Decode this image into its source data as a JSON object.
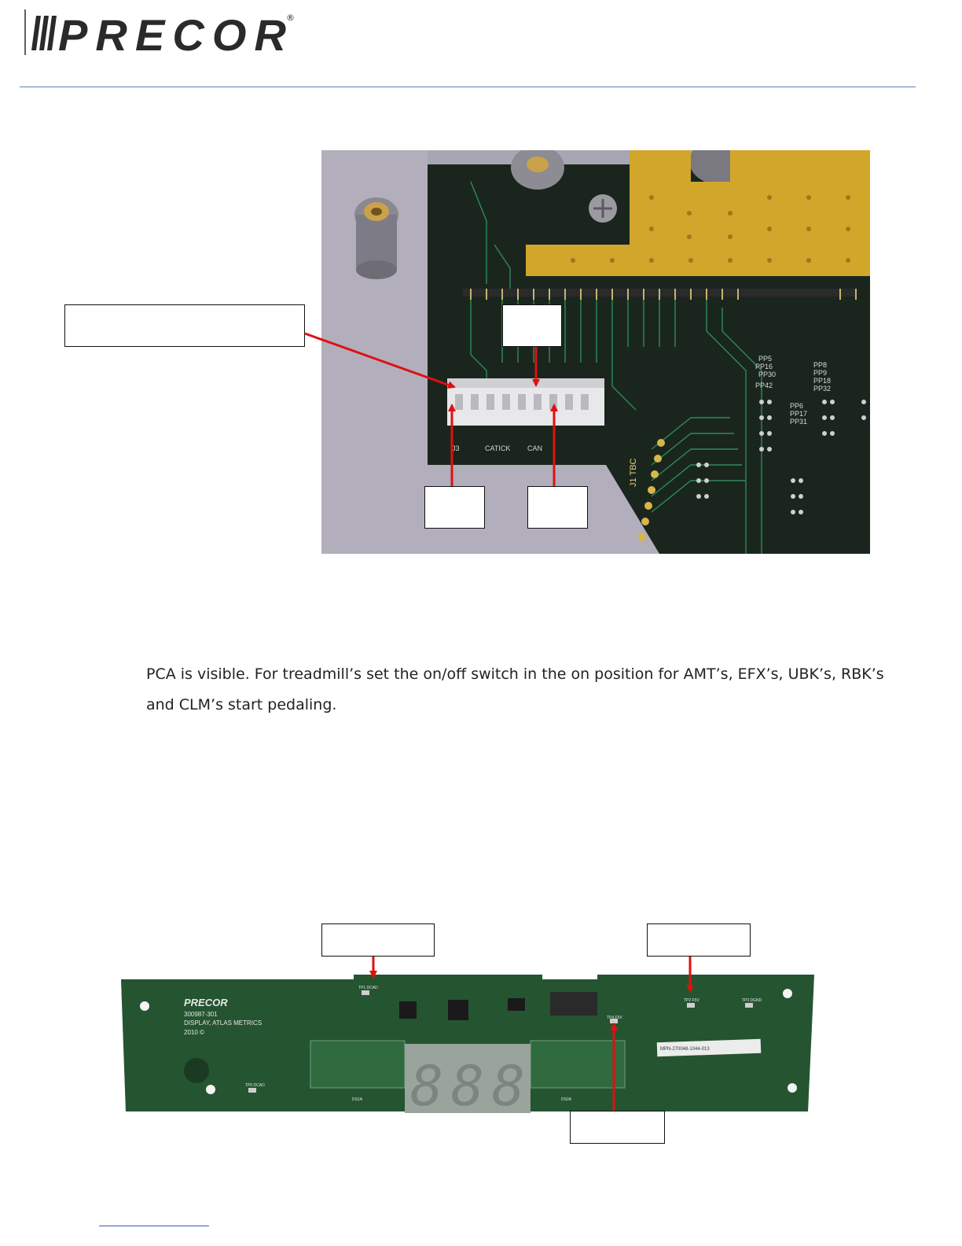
{
  "header": {
    "brand": "PRECOR",
    "registered_mark": "®",
    "colors": {
      "logo": "#2a2a2a",
      "rule": "#5a7fc0"
    }
  },
  "figure1": {
    "board_silkscreen": [
      "PP5",
      "PP16",
      "PP30",
      "PP42",
      "PP6",
      "PP17",
      "PP31",
      "PP8",
      "PP9",
      "PP18",
      "PP32",
      "J1 TBC",
      "J3",
      "CATICK",
      "CAN"
    ],
    "callouts": [
      "",
      "",
      "",
      ""
    ]
  },
  "body": {
    "text": "PCA is visible. For treadmill’s set the on/off switch in the on position for AMT’s, EFX’s, UBK’s, RBK’s and CLM’s start pedaling."
  },
  "figure2": {
    "board_silkscreen": {
      "brand": "PRECOR",
      "part": "300987-301",
      "desc": "DISPLAY, ATLAS METRICS",
      "year": "2010 ©",
      "label": "MPN-270048-1044-013",
      "digits": "888",
      "tp1": "TP1 DCAD",
      "tp2": "TP2 F5V",
      "tp3": "TP3 DGND",
      "tp4": "TP4 F5V",
      "tp5": "TP5 DCAD",
      "ds1a": "DS1A",
      "ds2a": "DS2A"
    },
    "callouts": [
      "",
      "",
      ""
    ]
  }
}
